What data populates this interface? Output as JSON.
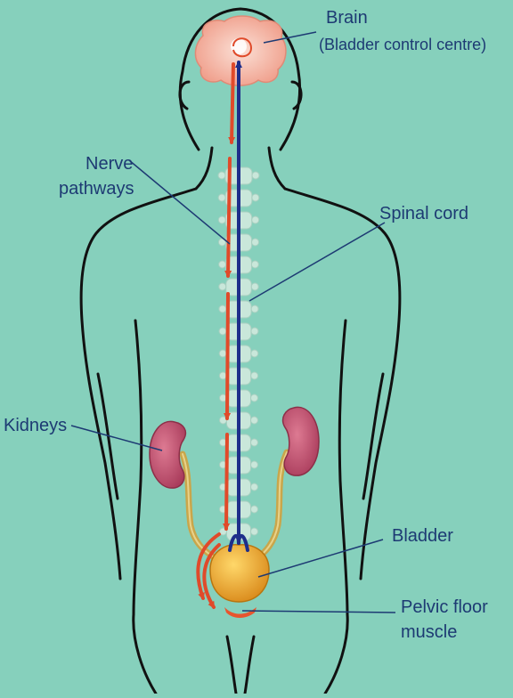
{
  "labels": {
    "brain": "Brain",
    "brain_sub": "(Bladder control centre)",
    "nerve_line1": "Nerve",
    "nerve_line2": "pathways",
    "spinal_cord": "Spinal cord",
    "kidneys": "Kidneys",
    "bladder": "Bladder",
    "pelvic_line1": "Pelvic floor",
    "pelvic_line2": "muscle"
  },
  "colors": {
    "background": "#86d0bc",
    "label_text": "#1d3a73",
    "leader_line": "#1d3a73",
    "outline": "#111111",
    "brain": "#f2a48e",
    "spine": "#c9e7da",
    "kidney": "#b94a6a",
    "ureter": "#c9a64b",
    "bladder": "#e6a020",
    "pelvic_muscle": "#e8552e",
    "afferent_pathway": "#1e2e8a",
    "efferent_pathway": "#e04a2a"
  }
}
